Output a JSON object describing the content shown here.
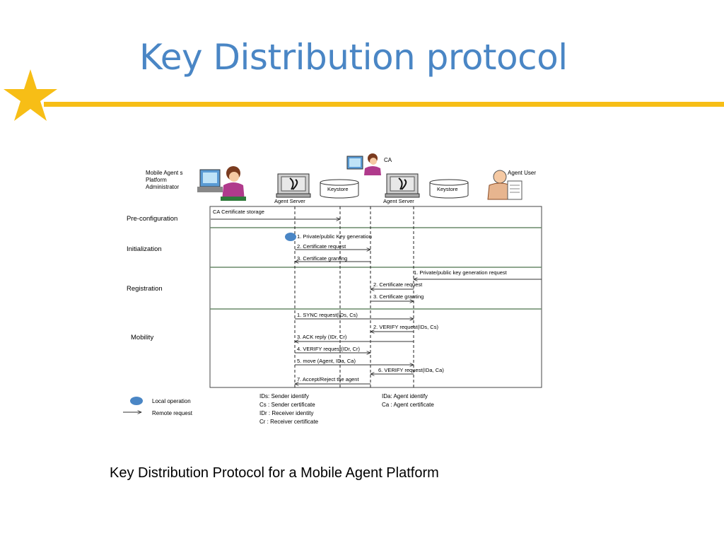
{
  "slide": {
    "title": "Key Distribution protocol",
    "caption": "Key Distribution Protocol for a Mobile Agent Platform"
  },
  "colors": {
    "title": "#4a86c5",
    "accent_rule": "#f7be16",
    "star": "#f7be16",
    "local_op": "#4a86c5"
  },
  "diagram": {
    "actors": {
      "admin": "Mobile Agent s Platform Administrator",
      "admin_lines": [
        "Mobile Agent s",
        "Platform",
        "Administrator"
      ],
      "ca": "CA",
      "agent_user": "Agent User"
    },
    "servers": [
      {
        "label": "Agent Server",
        "keystore": "Keystore"
      },
      {
        "label": "Agent Server",
        "keystore": "Keystore"
      }
    ],
    "phases": [
      "Pre-configuration",
      "Initialization",
      "Registration",
      "Mobility"
    ],
    "messages": [
      "CA Certificate storage",
      "1. Private/public Key generation",
      "2. Certificate request",
      "3. Certificate granting",
      "1. Private/public key generation request",
      "2. Certificate request",
      "3. Certificate granting",
      "1. SYNC request(IDs, Cs)",
      "2. VERIFY request(IDs, Cs)",
      "3. ACK reply (IDr, Cr)",
      "4. VERIFY request(IDr, Cr)",
      "5. move (Agent, IDa, Ca)",
      "6. VERIFY request(IDa, Ca)",
      "7. Accept/Reject the agent"
    ],
    "legend": {
      "local": "Local operation",
      "remote": "Remote request"
    },
    "notes": [
      "IDs: Sender identify",
      "Cs  : Sender certificate",
      "IDr : Receiver identity",
      "Cr   : Receiver certificate",
      "IDa: Agent identify",
      "Ca  : Agent certificate"
    ]
  }
}
